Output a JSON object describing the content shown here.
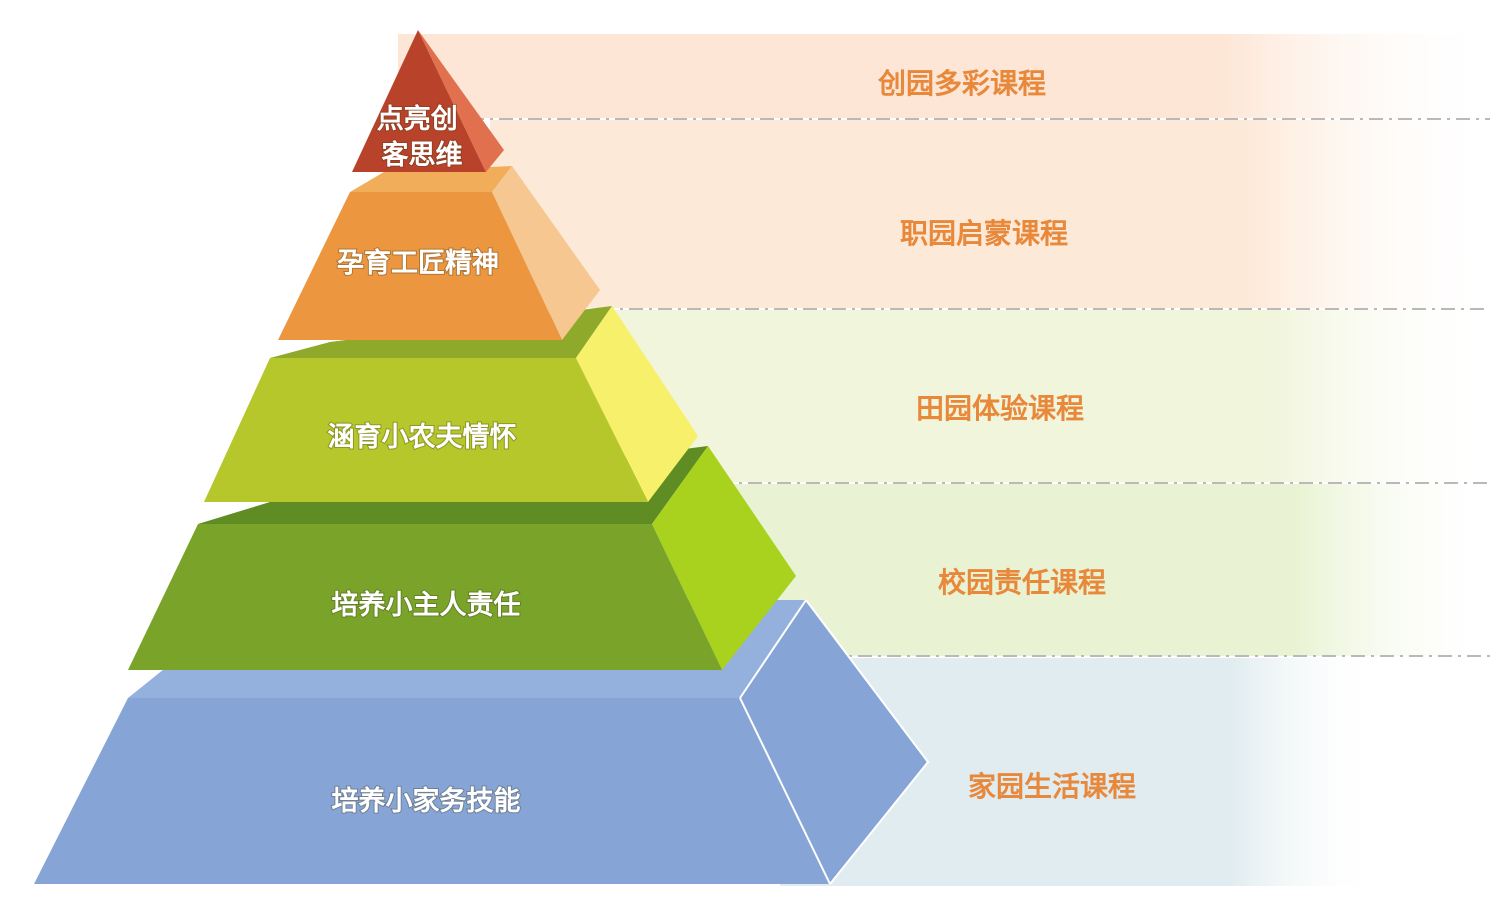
{
  "levels": [
    {
      "label_lines": [
        "点亮创",
        "客思维"
      ],
      "course": "创园多彩课程",
      "colors": {
        "front": "#b9432a",
        "side": "#e0704e",
        "top": "#cf5a3a",
        "band": "#fde6d6",
        "text": "#ffffff"
      }
    },
    {
      "label_lines": [
        "孕育工匠精神"
      ],
      "course": "职园启蒙课程",
      "colors": {
        "front": "#ec9640",
        "side": "#f6c790",
        "top": "#f1ad5a",
        "band": "#fde9d8",
        "text": "#ffffff"
      }
    },
    {
      "label_lines": [
        "涵育小农夫情怀"
      ],
      "course": "田园体验课程",
      "colors": {
        "front": "#b5c72a",
        "side": "#f7f06a",
        "top": "#8faa2a",
        "band": "#f1f5dc",
        "text": "#ffffff"
      }
    },
    {
      "label_lines": [
        "培养小主人责任"
      ],
      "course": "校园责任课程",
      "colors": {
        "front": "#79a429",
        "side": "#a9d21e",
        "top": "#5f8c23",
        "band": "#e9f3d3",
        "text": "#ffffff"
      }
    },
    {
      "label_lines": [
        "培养小家务技能"
      ],
      "course": "家园生活课程",
      "colors": {
        "front": "#86a5d6",
        "side": "#86a5d6",
        "top": "#94b0dd",
        "band": "#e0ecef",
        "text": "#ffffff"
      }
    }
  ]
}
